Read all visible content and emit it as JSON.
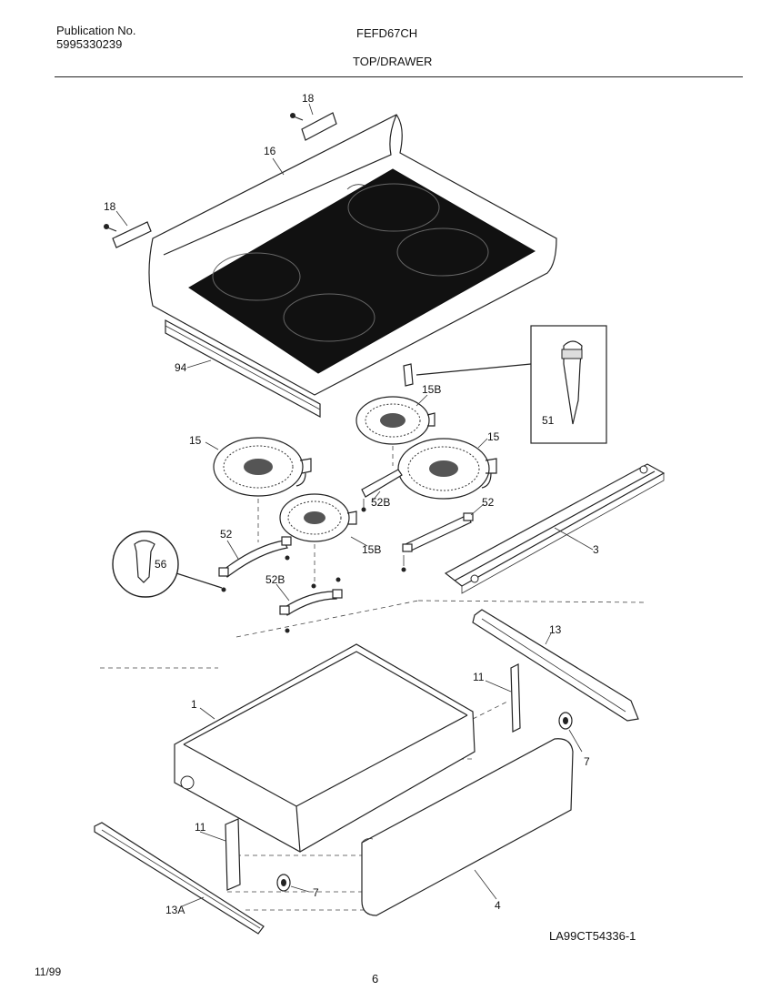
{
  "header": {
    "publication_label": "Publication No.",
    "publication_number": "5995330239",
    "model": "FEFD67CH",
    "section": "TOP/DRAWER"
  },
  "footer": {
    "diagram_code": "LA99CT54336-1",
    "date": "11/99",
    "page": "6"
  },
  "parts": {
    "p18a": "18",
    "p18b": "18",
    "p16": "16",
    "p94": "94",
    "p15B_top": "15B",
    "p15_left": "15",
    "p15_right": "15",
    "p51": "51",
    "p52B_top": "52B",
    "p52_right": "52",
    "p52_left": "52",
    "p15B_bottom": "15B",
    "p56": "56",
    "p52B_bottom": "52B",
    "p3": "3",
    "p13": "13",
    "p11_right": "11",
    "p1": "1",
    "p7_right": "7",
    "p11_left": "11",
    "p7_left": "7",
    "p4": "4",
    "p13A": "13A"
  }
}
